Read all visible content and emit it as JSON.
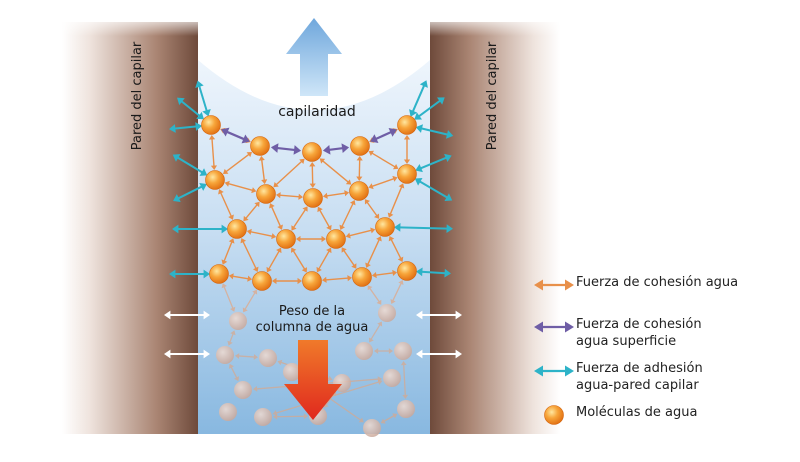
{
  "diagram": {
    "wall_label_left": "Pared del capilar",
    "wall_label_right": "Pared del capilar",
    "top_label": "capilaridad",
    "weight_label_line1": "Peso de la",
    "weight_label_line2": "columna de agua"
  },
  "legend": [
    {
      "text": "Fuerza de cohesión agua",
      "color": "#e8904a",
      "kind": "arrow"
    },
    {
      "text": "Fuerza de cohesión\nagua superficie",
      "color": "#6f5ea6",
      "kind": "arrow"
    },
    {
      "text": "Fuerza de adhesión\nagua-pared capilar",
      "color": "#2db3c8",
      "kind": "arrow"
    },
    {
      "text": "Moléculas de agua",
      "color": "#f08a1c",
      "kind": "molecule"
    }
  ],
  "colors": {
    "cohesion": "#e8904a",
    "surface_cohesion": "#6f5ea6",
    "adhesion": "#2db3c8",
    "molecule": "#f08a1c",
    "wall": "#7b5443",
    "water_top": "#e6f1fb",
    "water_bottom": "#8fbde3",
    "up_arrow": "#7fb7e6",
    "down_arrow": "#e85a1e"
  }
}
